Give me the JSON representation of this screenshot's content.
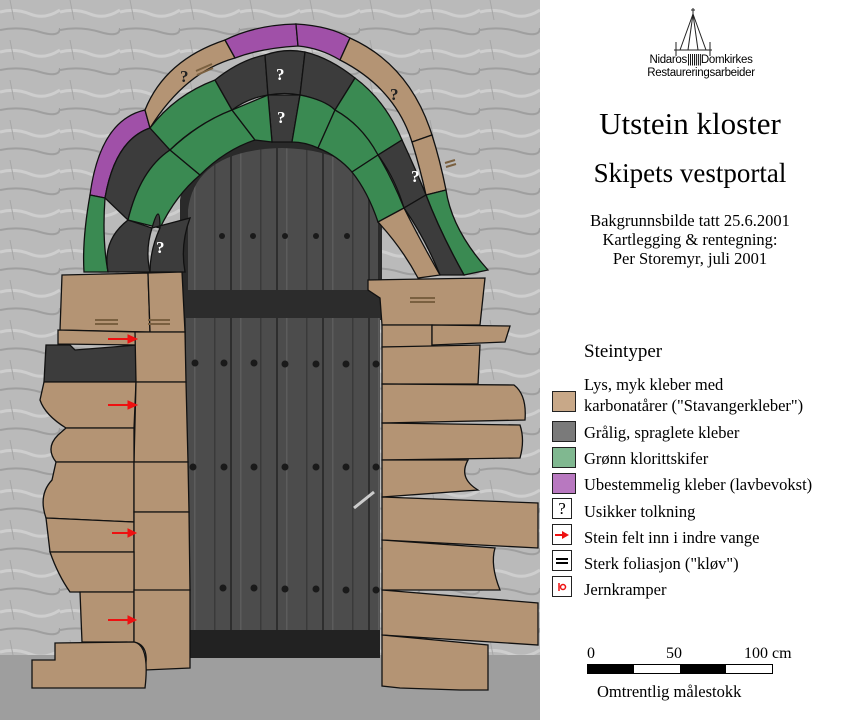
{
  "logo": {
    "line1_left": "Nidaros",
    "line1_right": "Domkirkes",
    "line2": "Restaureringsarbeider",
    "icon": "cathedral-spire-icon"
  },
  "header": {
    "title": "Utstein kloster",
    "subtitle": "Skipets vestportal"
  },
  "credits": {
    "lines": [
      "Bakgrunnsbilde tatt 25.6.2001",
      "Kartlegging & rentegning:",
      "Per Storemyr, juli 2001"
    ]
  },
  "legend": {
    "title": "Steintyper",
    "items": [
      {
        "label_line1": "Lys, myk kleber med",
        "label_line2": "karbonatårer (\"Stavangerkleber\")",
        "color": "#c8a888",
        "type": "swatch"
      },
      {
        "label": "Grålig, spraglete kleber",
        "color": "#7a7a7a",
        "type": "swatch"
      },
      {
        "label": "Grønn klorittskifer",
        "color": "#80b890",
        "type": "swatch"
      },
      {
        "label": "Ubestemmelig kleber (lavbevokst)",
        "color": "#b878c0",
        "type": "swatch"
      },
      {
        "label": "Usikker tolkning",
        "symbol": "?",
        "type": "question-mark"
      },
      {
        "label": "Stein felt inn i indre vange",
        "symbol": "red-arrow",
        "type": "arrow"
      },
      {
        "label": "Sterk foliasjon (\"kløv\")",
        "symbol": "double-line",
        "type": "foliation"
      },
      {
        "label": "Jernkramper",
        "symbol": "iron-cramp",
        "type": "cramp"
      }
    ]
  },
  "scale": {
    "ticks": [
      "0",
      "50",
      "100 cm"
    ],
    "caption": "Omtrentlig målestokk"
  },
  "drawing": {
    "colors": {
      "tan": "#b49474",
      "gray": "#3c3c3c",
      "green": "#3a8a52",
      "purple": "#a050a8",
      "door": "#4a4a4a",
      "wall": "#b8b8b8",
      "arrow": "#ee1111"
    },
    "uncertain_marks": [
      "?",
      "?",
      "?",
      "?",
      "?",
      "?",
      "?"
    ]
  }
}
